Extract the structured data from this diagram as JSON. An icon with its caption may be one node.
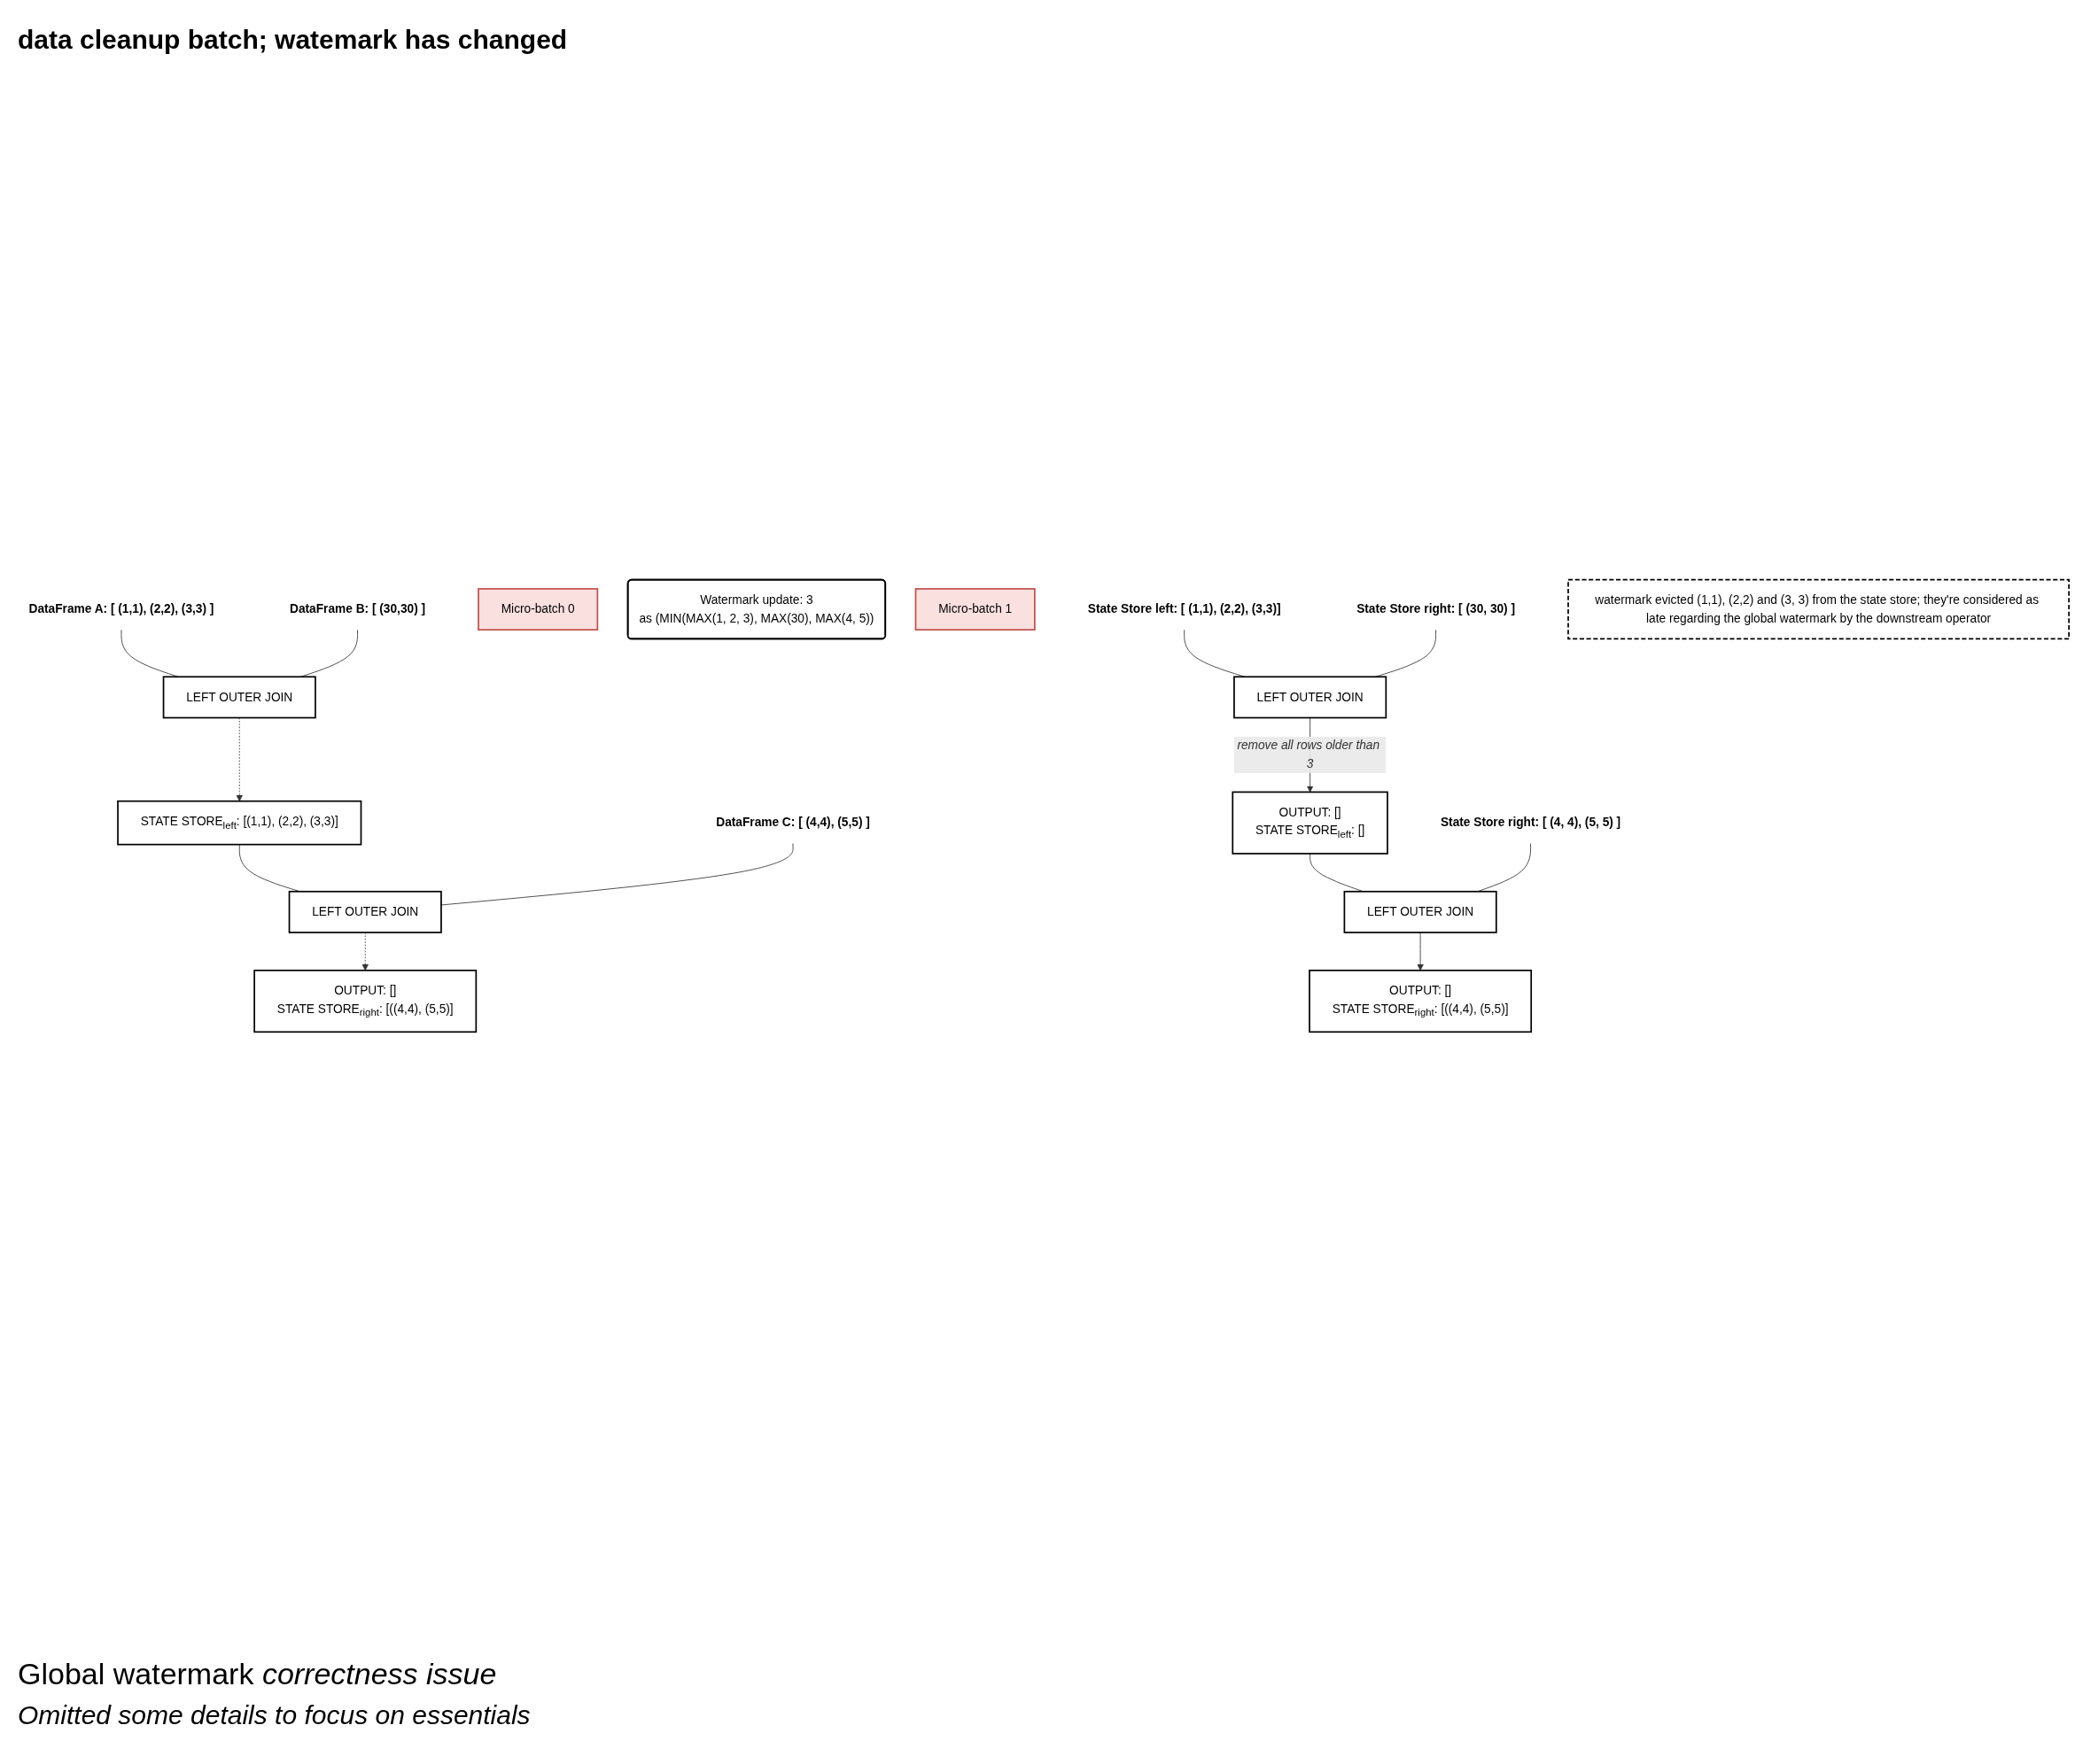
{
  "diagram": {
    "caption": "Global watermark *correctness issue*",
    "nodes": [
      {
        "text": [
          "DataFrame A: [  (1,1), (2,2), (3,3) ]"
        ]
      },
      {
        "text": [
          "DataFrame B: [ (30,30) ]"
        ]
      },
      {
        "text": [
          "DataFrame C: [ (4,4), (5,5) ]"
        ]
      },
      {
        "text": [
          "Micro-batch 0"
        ]
      },
      {
        "text": [
          "LEFT OUTER JOIN"
        ]
      },
      {
        "text": [
          "STATE STORE$_{left}$: [(1,1), (2,2), (3,3)]"
        ]
      },
      {
        "text": [
          "LEFT OUTER JOIN"
        ]
      },
      {
        "text": [
          "OUTPUT: []",
          "STATE STORE$_{right}$: [((4,4), (5,5)]"
        ]
      },
      {
        "text": [
          "Watermark update: 3",
          "as (MIN(MAX(1, 2, 3), MAX(30), MAX(4, 5))"
        ]
      },
      {
        "text": [
          "Micro-batch 1"
        ]
      },
      {
        "text": [
          "State Store left: [  (1,1), (2,2), (3,3)]"
        ]
      },
      {
        "text": [
          "State Store right: [  (30, 30) ]"
        ]
      },
      {
        "text": [
          "State Store right: [  (4, 4), (5, 5) ]"
        ]
      },
      {
        "text": [
          "LEFT OUTER JOIN"
        ]
      },
      {
        "text": [
          "OUTPUT: []",
          "STATE STORE$_{left}$: []"
        ]
      },
      {
        "text": [
          "watermark evicted (1,1), (2,2) and (3, 3) from the state store; they're considered as late regarding the global watermark by the downstream operator"
        ]
      },
      {
        "text": [
          "LEFT OUTER JOIN"
        ]
      },
      {
        "text": [
          "OUTPUT: []",
          "STATE STORE$_{right}$: [((4,4), (5,5)]"
        ]
      }
    ],
    "edges": [
      {
        "from": 0,
        "to": 4,
        "arrow": "none"
      },
      {
        "from": 1,
        "to": 4,
        "arrow": "none"
      },
      {
        "from": 4,
        "to": 5,
        "arrow": "to",
        "style": "dashed"
      },
      {
        "from": 5,
        "to": 6,
        "arrow": "none"
      },
      {
        "from": 2,
        "to": 6,
        "arrow": "none"
      },
      {
        "from": 6,
        "to": 7,
        "arrow": "to",
        "style": "dashed"
      },
      {
        "from": 10,
        "to": 13,
        "arrow": "none"
      },
      {
        "from": 11,
        "to": 13,
        "arrow": "none"
      },
      {
        "from": 13,
        "to": 14,
        "arrow": "to",
        "label": "remove all rows older than 3"
      },
      {
        "from": 14,
        "to": 16,
        "arrow": "none"
      },
      {
        "from": 12,
        "to": 16,
        "arrow": "none"
      },
      {
        "from": 16,
        "to": 17,
        "arrow": "to"
      }
    ],
    "labels": [
      "data cleanup batch; watemark has changed",
      "Omitted some details to focus on essentials"
    ]
  }
}
